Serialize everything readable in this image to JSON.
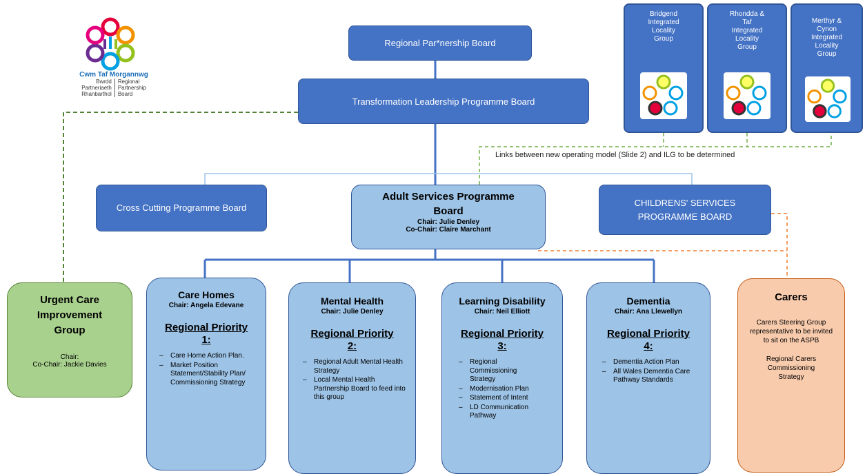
{
  "logo": {
    "name": "Cwm Taf Morgannwg",
    "cy_lines": [
      "Bwrdd",
      "Partneriaeth",
      "Rhanbarthol"
    ],
    "en_lines": [
      "Regional",
      "Partnership",
      "Board"
    ]
  },
  "rpb": "Regional Par*nership Board",
  "tlpb": "Transformation Leadership Programme Board",
  "ilg": [
    {
      "lines": [
        "Bridgend",
        "Integrated",
        "Locality",
        "Group"
      ]
    },
    {
      "lines": [
        "Rhondda &",
        "Taf",
        "Integrated",
        "Locality",
        "Group"
      ]
    },
    {
      "lines": [
        "Merthyr &",
        "Cynon",
        "Integrated",
        "Locality",
        "Group"
      ]
    }
  ],
  "links_note": "Links between new operating model (Slide 2) and ILG to be determined",
  "cross_cutting": "Cross Cutting Programme Board",
  "adult": {
    "title": "Adult Services Programme Board",
    "chair": "Chair: Julie Denley",
    "cochair": "Co-Chair: Claire Marchant"
  },
  "childrens": "CHILDRENS' SERVICES PROGRAMME BOARD",
  "urgent": {
    "title": "Urgent Care Improvement Group",
    "chair": "Chair:",
    "cochair": "Co-Chair: Jackie Davies"
  },
  "groups": [
    {
      "title": "Care Homes",
      "chair": "Chair: Angela Edevane",
      "priority": "Regional Priority 1:",
      "items": [
        "Care Home Action Plan.",
        "Market Position Statement/Stability Plan/ Commissioning Strategy"
      ]
    },
    {
      "title": "Mental Health",
      "chair": "Chair: Julie Denley",
      "priority": "Regional Priority 2:",
      "items": [
        "Regional Adult Mental Health Strategy",
        "Local Mental Health Partnership Board to feed into this group"
      ]
    },
    {
      "title": "Learning Disability",
      "chair": "Chair: Neil Elliott",
      "priority": "Regional Priority 3:",
      "items": [
        "Regional Commissioning Strategy",
        "Modernisation Plan",
        "Statement of Intent",
        "LD Communication Pathway"
      ]
    },
    {
      "title": "Dementia",
      "chair": "Chair: Ana Llewellyn",
      "priority": "Regional Priority 4:",
      "items": [
        "Dementia Action Plan",
        "All Wales Dementia Care Pathway Standards"
      ]
    }
  ],
  "carers": {
    "title": "Carers",
    "text1": "Carers Steering Group representative to be invited to sit on the ASPB",
    "text2": "Regional Carers Commissioning Strategy"
  }
}
